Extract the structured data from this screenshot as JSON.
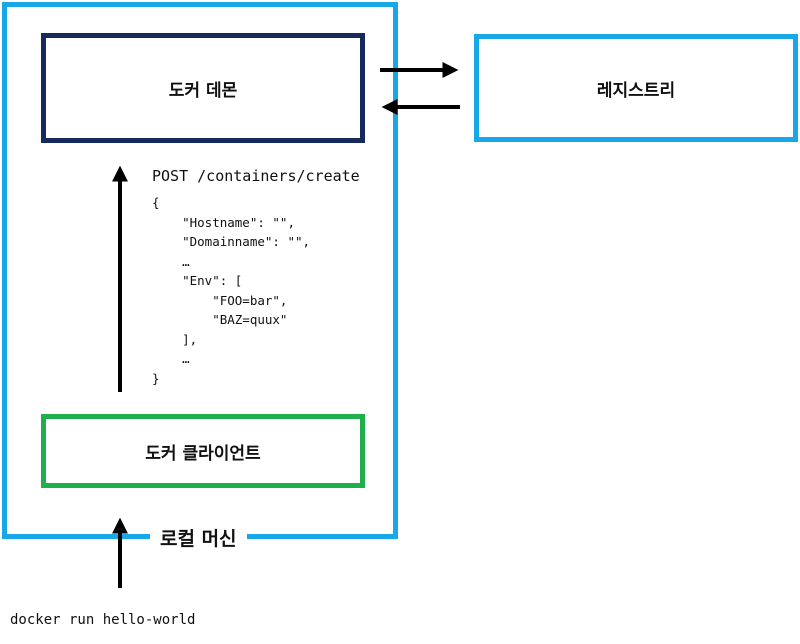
{
  "local_machine": {
    "label": "로컬 머신"
  },
  "daemon": {
    "label": "도커 데몬"
  },
  "client": {
    "label": "도커 클라이언트"
  },
  "registry": {
    "label": "레지스트리"
  },
  "api_request": {
    "endpoint": "POST /containers/create",
    "body": "{\n    \"Hostname\": \"\",\n    \"Domainname\": \"\",\n    …\n    \"Env\": [\n        \"FOO=bar\",\n        \"BAZ=quux\"\n    ],\n    …\n}"
  },
  "command": {
    "text": "docker run hello-world"
  },
  "colors": {
    "local_machine_border": "#1aa7e8",
    "daemon_border": "#162a5e",
    "client_border": "#1faf4b",
    "registry_border": "#1aa7e8",
    "arrow": "#000000"
  }
}
